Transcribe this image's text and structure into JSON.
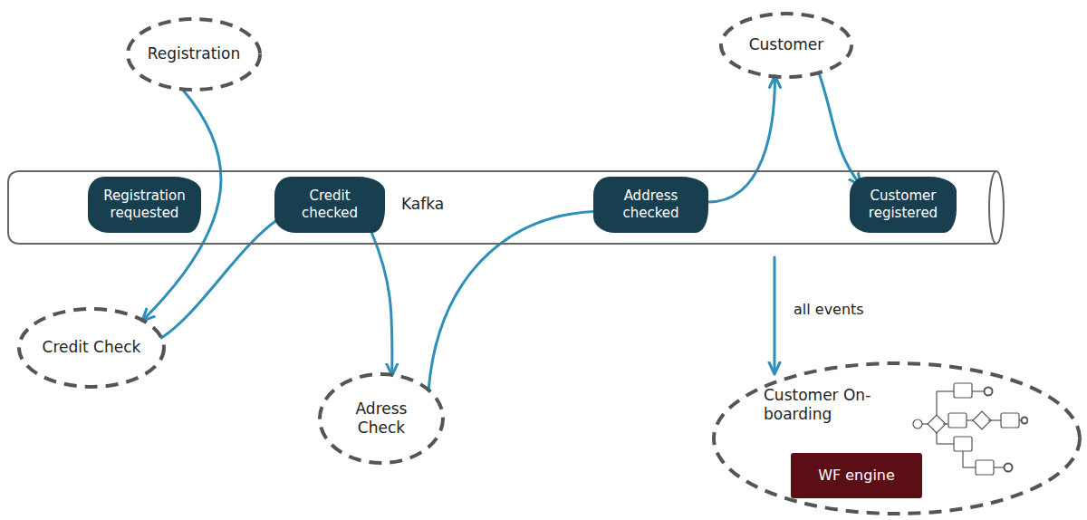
{
  "diagram": {
    "nodes": [
      {
        "text": [
          "Registration"
        ]
      },
      {
        "text": [
          "Customer"
        ]
      },
      {
        "text": [
          "Kafka"
        ]
      },
      {
        "text": [
          "Registration requested"
        ],
        "in": 2
      },
      {
        "text": [
          "Credit checked"
        ],
        "in": 2
      },
      {
        "text": [
          "Address checked"
        ],
        "in": 2
      },
      {
        "text": [
          "Customer registered"
        ],
        "in": 2
      },
      {
        "text": [
          "Credit Check"
        ]
      },
      {
        "text": [
          "Adress Check"
        ]
      },
      {
        "text": [
          "Customer On-boarding"
        ]
      },
      {
        "text": [
          "WF engine"
        ],
        "in": 9
      }
    ],
    "edges": [
      {
        "from": 0,
        "to": 7,
        "arrow": "to"
      },
      {
        "from": 7,
        "to": 4,
        "arrow": "none"
      },
      {
        "from": 4,
        "to": 8,
        "arrow": "to"
      },
      {
        "from": 8,
        "to": 5,
        "arrow": "none"
      },
      {
        "from": 5,
        "to": 1,
        "arrow": "to"
      },
      {
        "from": 1,
        "to": 6,
        "arrow": "to"
      },
      {
        "from": 2,
        "to": 9,
        "label": "all events",
        "arrow": "to"
      }
    ]
  }
}
